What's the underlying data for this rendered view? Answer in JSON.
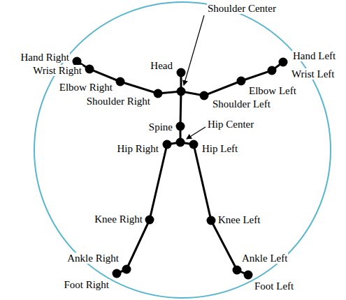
{
  "diagram": {
    "labels": [
      "Hand Right",
      "Wrist Right",
      "Elbow Right",
      "Shoulder Right",
      "Head",
      "Shoulder Center",
      "Hand Left",
      "Wrist Left",
      "Elbow Left",
      "Shoulder Left",
      "Spine",
      "Hip Center",
      "Hip Right",
      "Hip Left",
      "Knee Right",
      "Knee Left",
      "Ankle Right",
      "Ankle Left",
      "Foot Right",
      "Foot Left"
    ]
  }
}
